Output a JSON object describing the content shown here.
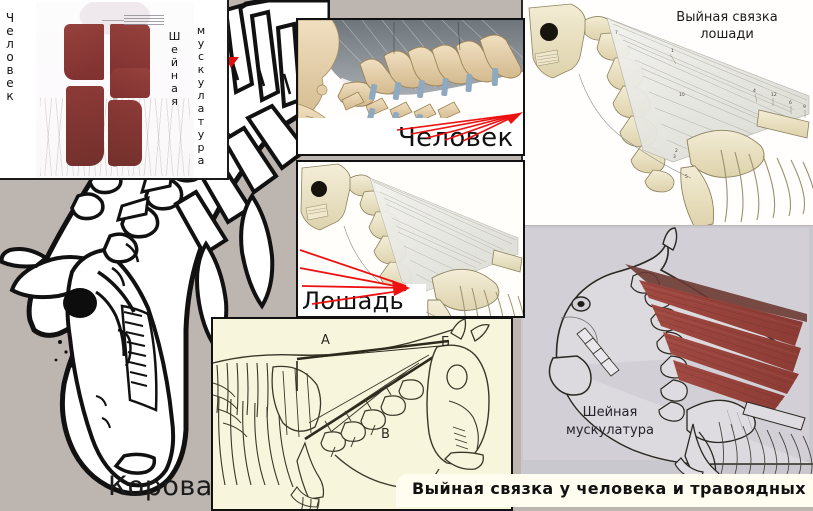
{
  "meta": {
    "background_color": "#bdb5b0",
    "accent_red": "#ee1111",
    "muscle_red": "#8e3a38"
  },
  "caption": {
    "text": "Выйная связка у человека и травоядных"
  },
  "panels": {
    "human_musculature": {
      "name": "human-neck-musculature-photo",
      "label_left": "Человек",
      "label_right_1": "Шейная",
      "label_right_2": "мускулатура"
    },
    "cow_lineart": {
      "name": "cow-skeleton-lineart",
      "label": "Корова"
    },
    "human_cervical": {
      "name": "human-cervical-spine",
      "label": "Человек"
    },
    "horse_cervical": {
      "name": "horse-cervical-spine",
      "label": "Лошадь"
    },
    "herbivore_schematic": {
      "name": "herbivore-nuchal-ligament-schematic",
      "label_a": "А",
      "label_b": "Б",
      "label_v": "В"
    },
    "horse_nuchal": {
      "name": "horse-nuchal-ligament",
      "title_line_1": "Выйная связка",
      "title_line_2": "лошади"
    },
    "horse_musculature": {
      "name": "horse-neck-musculature",
      "label_line_1": "Шейная",
      "label_line_2": "мускулатура"
    }
  },
  "annotations": {
    "big_arrow": "red-down-arrow-pointing-to-spinous-processes",
    "small_arrows_count": 4,
    "chelovek_arrows": "red-converging-arrows-right",
    "loshad_arrows": "red-converging-arrows-right"
  }
}
